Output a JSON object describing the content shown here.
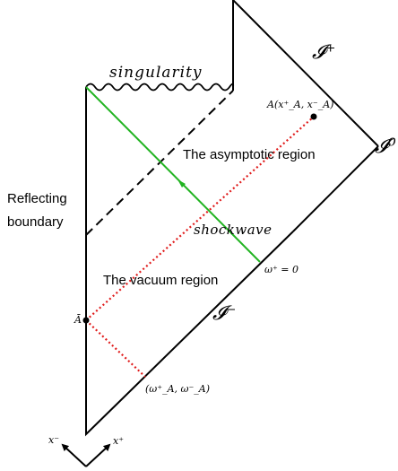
{
  "labels": {
    "scri_plus": "𝓘⁺",
    "scri_zero": "𝓘⁰",
    "scri_minus": "𝓘⁻",
    "singularity": "singularity",
    "point_A": "A(x⁺_A, x⁻_A)",
    "asymptotic_region": "The asymptotic region",
    "reflecting_boundary_line1": "Reflecting",
    "reflecting_boundary_line2": "boundary",
    "shockwave": "shockwave",
    "omega_plus_zero": "ω⁺ = 0",
    "vacuum_region": "The vacuum region",
    "a_bar": "Ā",
    "omega_point": "(ω⁺_A, ω⁻_A)",
    "x_minus_axis": "x⁻",
    "x_plus_axis": "x⁺"
  },
  "colors": {
    "boundary": "#000000",
    "shockwave": "#22b422",
    "light_ray": "#e01b1b",
    "horizon_dashed": "#000000"
  }
}
